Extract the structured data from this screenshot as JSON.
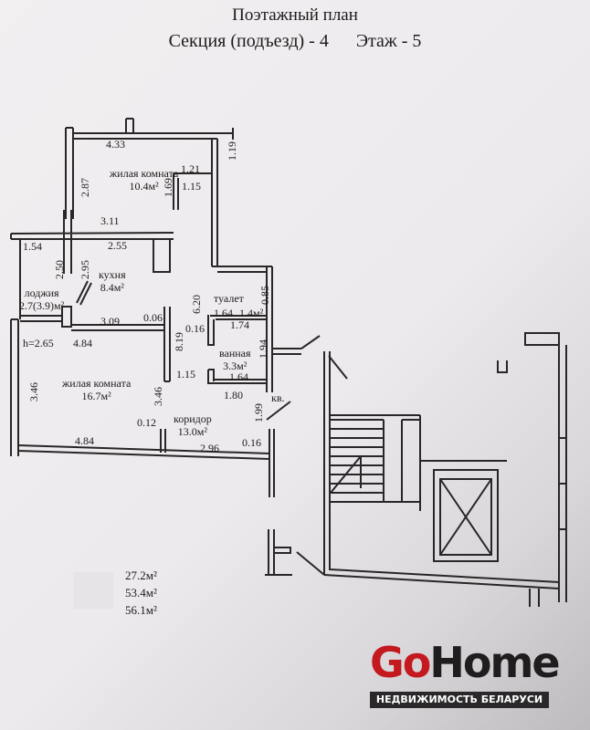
{
  "header": {
    "line1": "Поэтажный план",
    "line2": "Секция (подъезд) - 4      Этаж - 5"
  },
  "rooms": {
    "living1": {
      "name": "жилая комната",
      "area": "10.4м²"
    },
    "kitchen": {
      "name": "кухня",
      "area": "8.4м²"
    },
    "loggia": {
      "name": "лоджия",
      "area": "2.7(3.9)м²"
    },
    "toilet": {
      "name": "туалет",
      "area": "1.4м²"
    },
    "bath": {
      "name": "ванная",
      "area": "3.3м²"
    },
    "living2": {
      "name": "жилая комната",
      "area": "16.7м²"
    },
    "corridor": {
      "name": "коридор",
      "area": "13.0м²"
    },
    "apt_mark": "кв."
  },
  "dimensions": [
    "4.33",
    "2.87",
    "1.21",
    "1.19",
    "1.69",
    "1.15",
    "3.11",
    "1.54",
    "2.55",
    "2.50",
    "2.95",
    "6.20",
    "0.85",
    "1.64",
    "0.06",
    "3.09",
    "0.16",
    "1.74",
    "8.19",
    "h=2.65",
    "4.84",
    "1.94",
    "1.64",
    "1.15",
    "1.80",
    "3.46",
    "3.46",
    "1.99",
    "0.12",
    "4.84",
    "2.96",
    "0.16"
  ],
  "totals": [
    "27.2м²",
    "53.4м²",
    "56.1м²"
  ],
  "logo": {
    "brand_go": "Go",
    "brand_home": "Home",
    "tagline": "НЕДВИЖИМОСТЬ БЕЛАРУСИ"
  }
}
